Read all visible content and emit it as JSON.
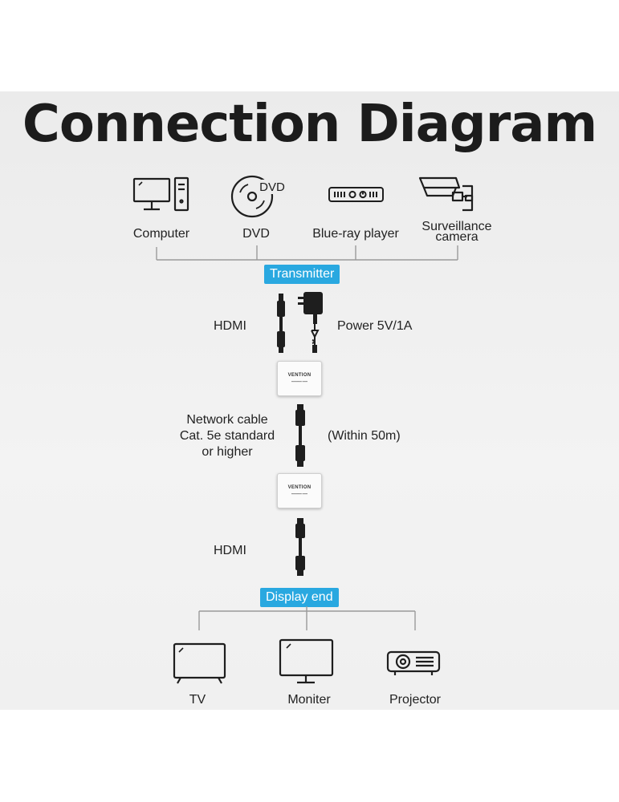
{
  "title": "Connection Diagram",
  "sources": [
    {
      "label": "Computer",
      "icon": "computer-icon"
    },
    {
      "label": "DVD",
      "icon": "dvd-icon",
      "icon_text": "DVD"
    },
    {
      "label": "Blue-ray player",
      "icon": "bluray-player-icon"
    },
    {
      "label_line1": "Surveillance",
      "label_line2": "camera",
      "icon": "surveillance-camera-icon"
    }
  ],
  "transmitter_badge": "Transmitter",
  "transmitter_inputs": {
    "hdmi_label": "HDMI",
    "power_label": "Power 5V/1A"
  },
  "device_brand": "VENTION",
  "network": {
    "line1": "Network cable",
    "line2": "Cat. 5e standard",
    "line3": "or higher",
    "distance": "(Within 50m)"
  },
  "receiver_output": {
    "hdmi_label": "HDMI"
  },
  "display_badge": "Display end",
  "displays": [
    {
      "label": "TV",
      "icon": "tv-icon"
    },
    {
      "label": "Moniter",
      "icon": "monitor-icon"
    },
    {
      "label": "Projector",
      "icon": "projector-icon"
    }
  ],
  "colors": {
    "badge": "#29a8e0",
    "background": "#efefef",
    "ink": "#222222"
  }
}
